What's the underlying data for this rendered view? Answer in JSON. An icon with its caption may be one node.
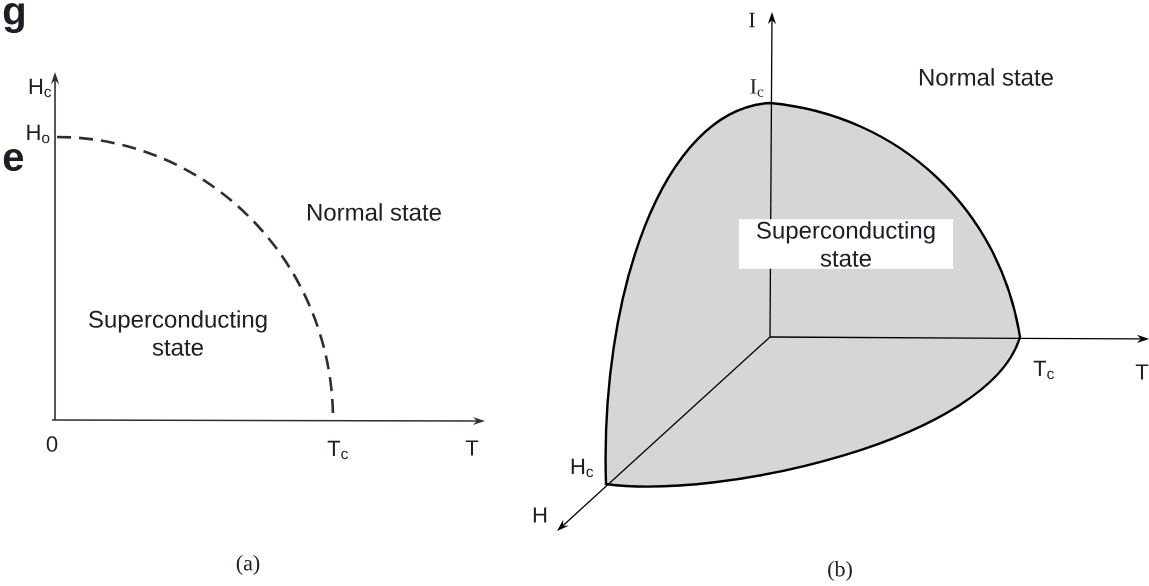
{
  "diagram": {
    "labels": [
      "g",
      "e",
      "H$_{c}$",
      "H$_{o}$",
      "Normal state",
      "Superconducting state",
      "0",
      "T$_{c}$",
      "T",
      "(a)",
      "I",
      "I$_{c}$",
      "Normal state",
      "Superconducting state",
      "T$_{c}$",
      "T",
      "H$_{c}$",
      "H",
      "(b)"
    ]
  }
}
